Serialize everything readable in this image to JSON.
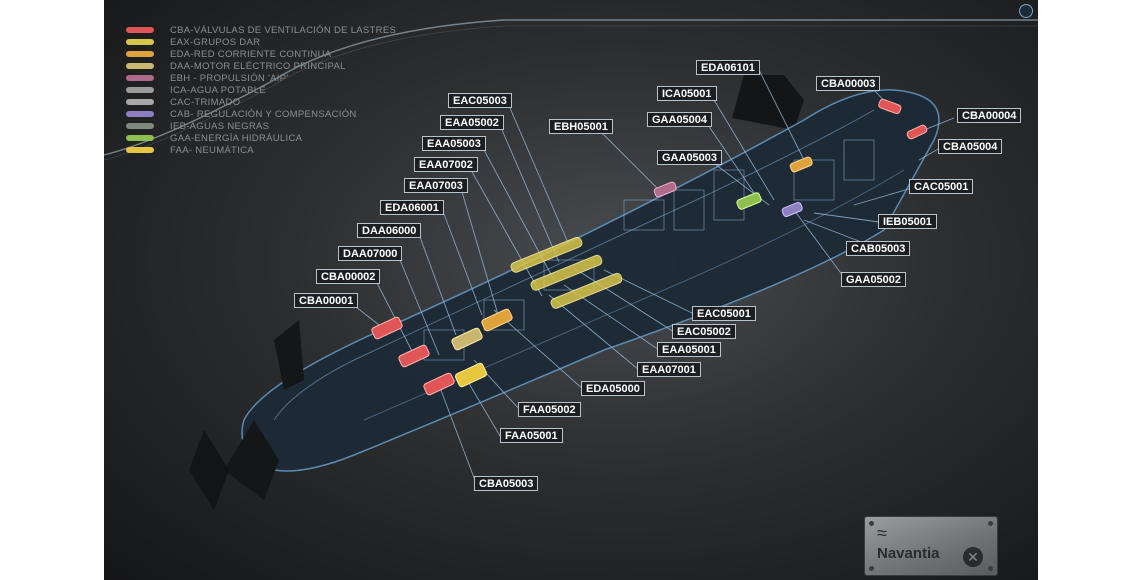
{
  "legend": [
    {
      "label": "CBA-VÁLVULAS DE VENTILACIÓN DE LASTRES",
      "color": "#e05656"
    },
    {
      "label": "EAX-GRUPOS DAR",
      "color": "#d8c64a"
    },
    {
      "label": "EDA-RED CORRIENTE CONTINUA",
      "color": "#e0a23a"
    },
    {
      "label": "DAA-MOTOR ELÉCTRICO PRINCIPAL",
      "color": "#c9b770"
    },
    {
      "label": "EBH - PROPULSIÓN 'AIP'",
      "color": "#b06a8a"
    },
    {
      "label": "ICA-AGUA POTABLE",
      "color": "#9b9b9b"
    },
    {
      "label": "CAC-TRIMADO",
      "color": "#a8a8a8"
    },
    {
      "label": "CAB- REGULACIÓN Y COMPENSACIÓN",
      "color": "#8f7fc0"
    },
    {
      "label": "IEB-AGUAS NEGRAS",
      "color": "#7f8a7f"
    },
    {
      "label": "GAA-ENERGÍA HIDRÁULICA",
      "color": "#8dc04f"
    },
    {
      "label": "FAA- NEUMÁTICA",
      "color": "#e8c640"
    }
  ],
  "tags": {
    "EAC05003": "EAC05003",
    "EAA05002": "EAA05002",
    "EAA05003": "EAA05003",
    "EAA07002": "EAA07002",
    "EAA07003": "EAA07003",
    "EDA06001": "EDA06001",
    "DAA06000": "DAA06000",
    "DAA07000": "DAA07000",
    "CBA00002": "CBA00002",
    "CBA00001": "CBA00001",
    "EDA06101": "EDA06101",
    "ICA05001": "ICA05001",
    "GAA05004": "GAA05004",
    "GAA05003": "GAA05003",
    "EBH05001": "EBH05001",
    "CBA00003": "CBA00003",
    "CBA00004": "CBA00004",
    "CBA05004": "CBA05004",
    "CAC05001": "CAC05001",
    "IEB05001": "IEB05001",
    "CAB05003": "CAB05003",
    "GAA05002": "GAA05002",
    "EAC05001": "EAC05001",
    "EAC05002": "EAC05002",
    "EAA05001": "EAA05001",
    "EAA07001": "EAA07001",
    "EDA05000": "EDA05000",
    "FAA05002": "FAA05002",
    "FAA05001": "FAA05001",
    "CBA05003": "CBA05003"
  },
  "brand": {
    "name": "Navantia",
    "logo_icon": "wave-icon",
    "close_icon": "close-icon"
  }
}
